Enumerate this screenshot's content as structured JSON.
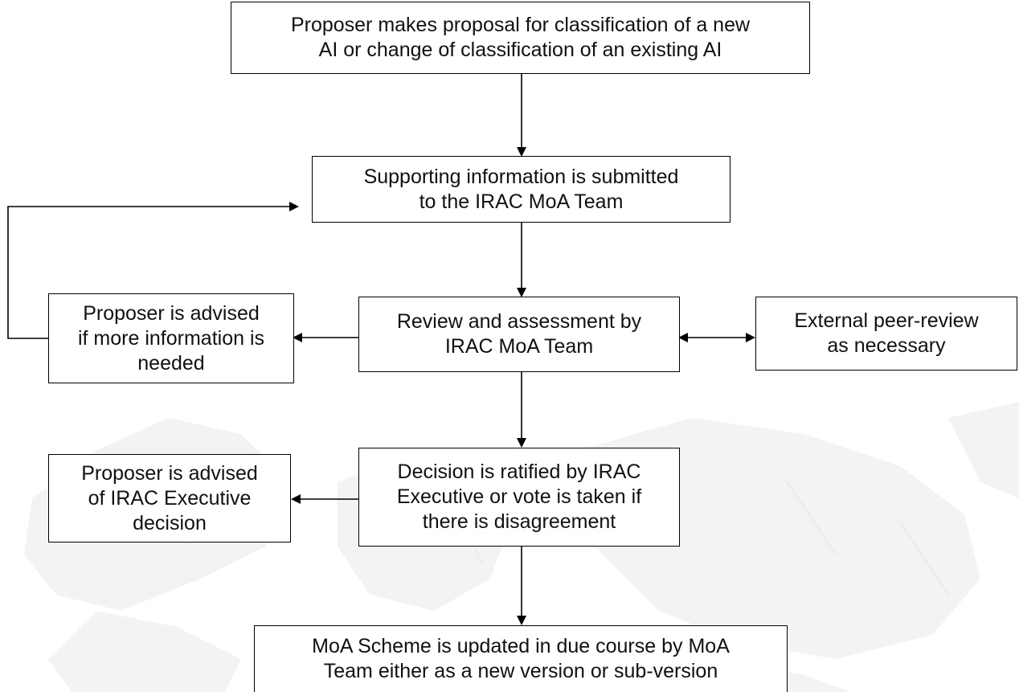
{
  "flowchart": {
    "steps": {
      "proposal": "Proposer makes proposal for classification of a new\nAI or change of classification of an existing AI",
      "submit": "Supporting information is submitted\nto the IRAC MoA Team",
      "review": "Review and assessment by\nIRAC MoA Team",
      "more_info": "Proposer is advised\nif more information is\nneeded",
      "peer_review": "External peer-review\nas necessary",
      "decision": "Decision is ratified by IRAC\nExecutive or vote is taken if\nthere is disagreement",
      "advised_decision": "Proposer is advised\nof IRAC Executive\ndecision",
      "update": "MoA Scheme is updated in due course by MoA\nTeam either as a new version or sub-version"
    },
    "colors": {
      "line": "#000000",
      "box_border": "#000000",
      "box_fill": "#ffffff",
      "background_map": "#f4f4f4"
    }
  }
}
